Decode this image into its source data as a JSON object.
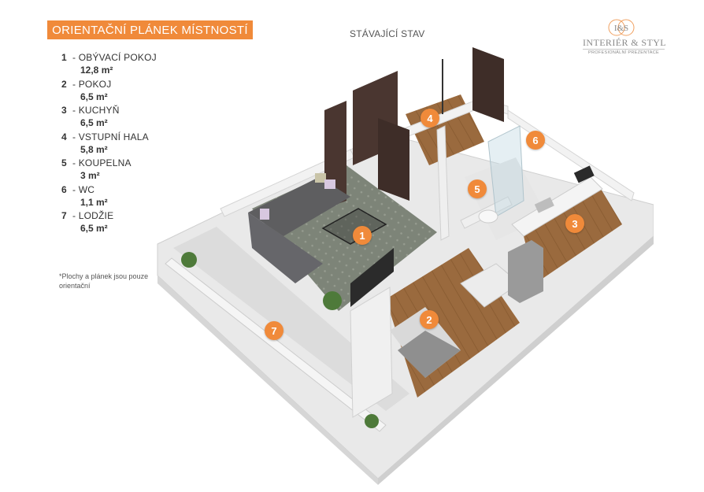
{
  "header": {
    "title": "ORIENTAČNÍ PLÁNEK MÍSTNOSTÍ",
    "state": "STÁVAJÍCÍ STAV"
  },
  "legend": [
    {
      "num": "1",
      "name": "- OBÝVACÍ POKOJ",
      "area": "12,8 m²"
    },
    {
      "num": "2",
      "name": "- POKOJ",
      "area": "6,5 m²"
    },
    {
      "num": "3",
      "name": "- KUCHYŇ",
      "area": "6,5 m²"
    },
    {
      "num": "4",
      "name": "- VSTUPNÍ HALA",
      "area": "5,8 m²"
    },
    {
      "num": "5",
      "name": "- KOUPELNA",
      "area": "3 m²"
    },
    {
      "num": "6",
      "name": "- WC",
      "area": "1,1 m²"
    },
    {
      "num": "7",
      "name": "- LODŽIE",
      "area": "6,5 m²"
    }
  ],
  "note": "*Plochy a plánek jsou pouze orientační",
  "logo": {
    "monogram": "I&S",
    "name": "INTERIÉR & STYL",
    "tagline": "PROFESIONÁLNÍ PREZENTACE"
  },
  "colors": {
    "accent": "#f08a3a",
    "floor_wood": "#9a6a3e",
    "floor_tile": "#7d8478",
    "walls": "#f2f2f2",
    "wall_shadow": "#d4d4d4",
    "sofa": "#5e5e60",
    "wardrobe": "#4a3630"
  },
  "rooms": [
    {
      "num": "1"
    },
    {
      "num": "2"
    },
    {
      "num": "3"
    },
    {
      "num": "4"
    },
    {
      "num": "5"
    },
    {
      "num": "6"
    },
    {
      "num": "7"
    }
  ]
}
